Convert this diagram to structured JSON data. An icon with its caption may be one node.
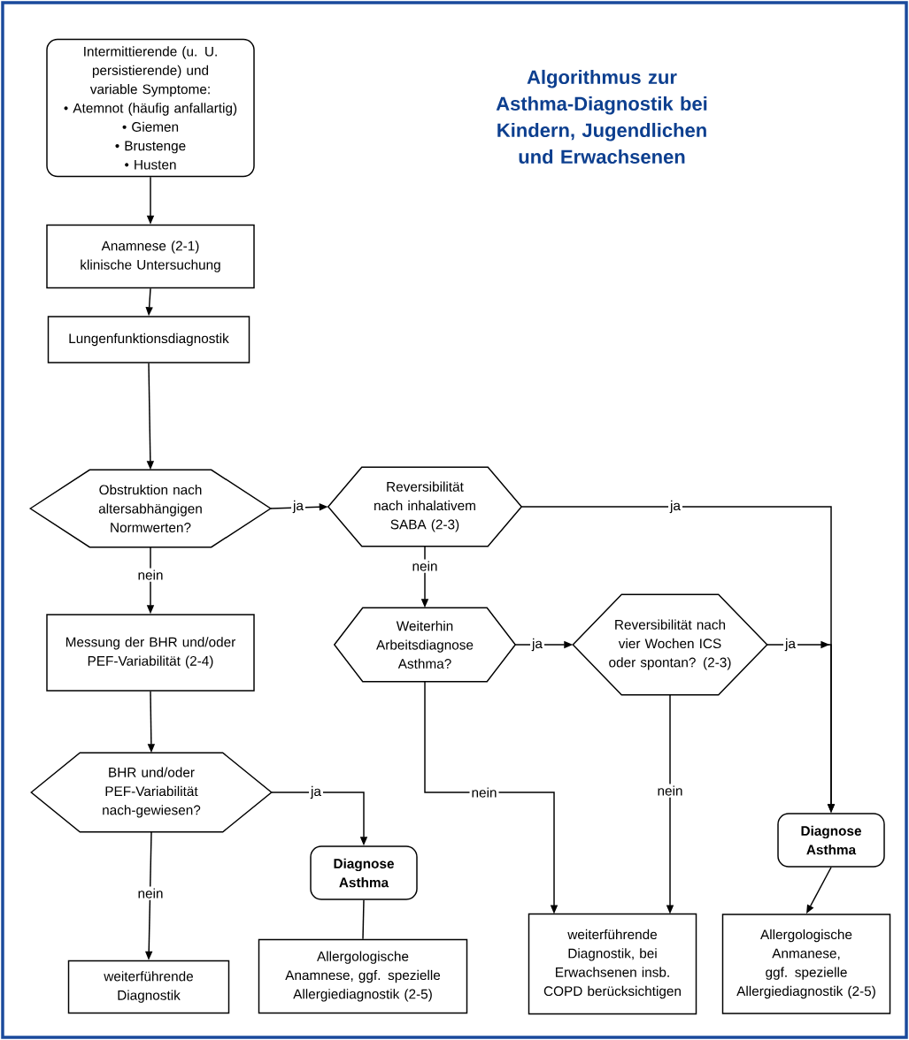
{
  "diagram": {
    "title": "Algorithmus zur Asthma-Diagnostik bei Kindern, Jugendlichen und Erwachsenen",
    "nodes": [
      {
        "text": [
          "Intermittierende (u. U. persistierende) und variable Symptome:",
          "• Atemnot (häufig anfallartig)",
          "• Giemen",
          "• Brustenge",
          "• Husten"
        ]
      },
      {
        "text": [
          "Anamnese (2-1) klinische Untersuchung"
        ]
      },
      {
        "text": [
          "Lungenfunktionsdiagnostik"
        ]
      },
      {
        "text": [
          "Obstruktion nach altersabhängigen Normwerten?"
        ]
      },
      {
        "text": [
          "Reversibilität nach inhalativem SABA (2-3)"
        ]
      },
      {
        "text": [
          "Messung der BHR und/oder PEF-Variabilität (2-4)"
        ]
      },
      {
        "text": [
          "Weiterhin Arbeitsdiagnose Asthma?"
        ]
      },
      {
        "text": [
          "Reversibilität nach vier Wochen ICS oder spontan? (2-3)"
        ]
      },
      {
        "text": [
          "BHR und/oder PEF-Variabilität nach-gewiesen?"
        ]
      },
      {
        "text": [
          "Diagnose Asthma"
        ]
      },
      {
        "text": [
          "weiterführende Diagnostik"
        ]
      },
      {
        "text": [
          "Allergologische Anamnese, ggf. spezielle Allergiediagnostik (2-5)"
        ]
      },
      {
        "text": [
          "Diagnose Asthma"
        ]
      },
      {
        "text": [
          "weiterführende Diagnostik, bei Erwachsenen insb. COPD berücksichtigen"
        ]
      },
      {
        "text": [
          "Allergologische Anmanese, ggf. spezielle Allergiediagnostik (2-5)"
        ]
      }
    ],
    "edges": [
      {
        "from": 0,
        "to": 1,
        "arrow": "to"
      },
      {
        "from": 1,
        "to": 2,
        "arrow": "to"
      },
      {
        "from": 2,
        "to": 3,
        "arrow": "to"
      },
      {
        "from": 3,
        "to": 4,
        "arrow": "to",
        "label": "ja"
      },
      {
        "from": 3,
        "to": 5,
        "arrow": "to",
        "label": "nein"
      },
      {
        "from": 4,
        "to": 6,
        "arrow": "to",
        "label": "nein"
      },
      {
        "from": 4,
        "to": 12,
        "arrow": "to",
        "label": "ja"
      },
      {
        "from": 6,
        "to": 7,
        "arrow": "to",
        "label": "ja"
      },
      {
        "from": 7,
        "to": 12,
        "arrow": "to",
        "label": "ja"
      },
      {
        "from": 6,
        "to": 13,
        "arrow": "to",
        "label": "nein"
      },
      {
        "from": 7,
        "to": 13,
        "arrow": "to",
        "label": "nein"
      },
      {
        "from": 5,
        "to": 8,
        "arrow": "to"
      },
      {
        "from": 8,
        "to": 9,
        "arrow": "to",
        "label": "ja"
      },
      {
        "from": 8,
        "to": 10,
        "arrow": "to",
        "label": "nein"
      },
      {
        "from": 9,
        "to": 11,
        "arrow": "none"
      },
      {
        "from": 12,
        "to": 14,
        "arrow": "to"
      }
    ]
  }
}
